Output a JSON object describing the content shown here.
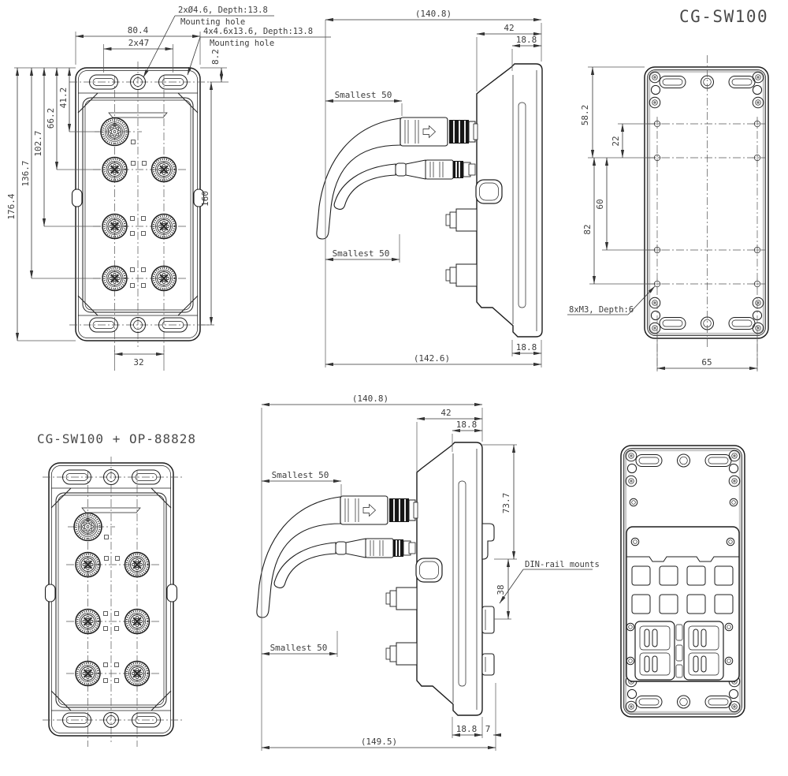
{
  "titles": {
    "model": "CG-SW100",
    "combo": "CG-SW100 + OP-88828"
  },
  "callouts": {
    "round_hole_size": "2xØ4.6, Depth:13.8",
    "round_hole_label": "Mounting hole",
    "slot_hole_size": "4x4.6x13.6, Depth:13.8",
    "slot_hole_label": "Mounting hole",
    "back_thread": "8xM3, Depth:6",
    "din": "DIN-rail mounts"
  },
  "front_dims": {
    "overall_width": "80.4",
    "slot_pitch": "2x47",
    "top_hole_offset": "8.2",
    "row1": "41.2",
    "row2": "66.2",
    "row3": "102.7",
    "row4": "136.7",
    "overall_height": "176.4",
    "hole_span": "160",
    "column_pitch": "32"
  },
  "side_dims": {
    "overall_depth_top": "(140.8)",
    "body_depth": "42",
    "rear_step": "18.8",
    "cable_bend": "Smallest 50",
    "overall_depth_bottom": "(142.6)"
  },
  "back_dims": {
    "top_to_row2": "58.2",
    "row1_to_row2": "22",
    "row2_to_row3": "60",
    "row2_to_row4": "82",
    "hole_width": "65"
  },
  "din_dims": {
    "overall_depth_top": "(140.8)",
    "body_depth": "42",
    "rear_step": "18.8",
    "plate_height": "73.7",
    "clip_pitch": "38",
    "cable_bend": "Smallest 50",
    "overall_depth": "(149.5)",
    "rear_step_bottom": "18.8",
    "clip_depth": "7"
  }
}
